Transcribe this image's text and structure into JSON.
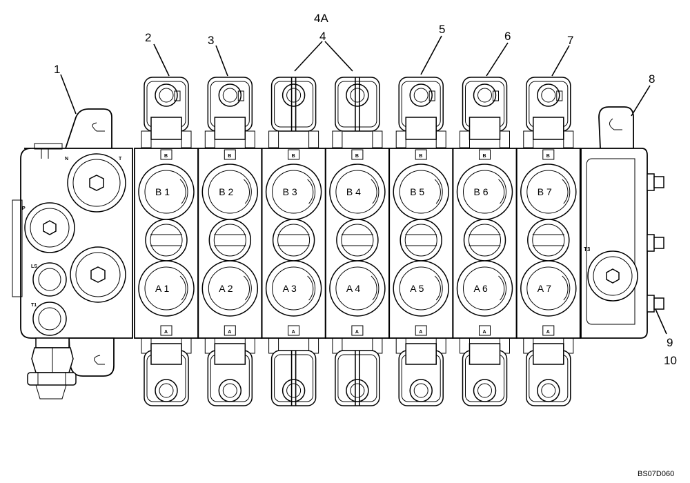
{
  "figure": {
    "reference_code": "BS07D060"
  },
  "callouts": [
    {
      "id": "1",
      "label": "1"
    },
    {
      "id": "2",
      "label": "2"
    },
    {
      "id": "3",
      "label": "3"
    },
    {
      "id": "4A",
      "label": "4A"
    },
    {
      "id": "4",
      "label": "4"
    },
    {
      "id": "5",
      "label": "5"
    },
    {
      "id": "6",
      "label": "6"
    },
    {
      "id": "7",
      "label": "7"
    },
    {
      "id": "8",
      "label": "8"
    },
    {
      "id": "9",
      "label": "9"
    },
    {
      "id": "10",
      "label": "10"
    }
  ],
  "sections": [
    {
      "b_port": "B 1",
      "a_port": "A 1",
      "top_tag": "B",
      "bottom_tag": "A"
    },
    {
      "b_port": "B 2",
      "a_port": "A 2",
      "top_tag": "B",
      "bottom_tag": "A"
    },
    {
      "b_port": "B 3",
      "a_port": "A 3",
      "top_tag": "B",
      "bottom_tag": "A"
    },
    {
      "b_port": "B 4",
      "a_port": "A 4",
      "top_tag": "B",
      "bottom_tag": "A"
    },
    {
      "b_port": "B 5",
      "a_port": "A 5",
      "top_tag": "B",
      "bottom_tag": "A"
    },
    {
      "b_port": "B 6",
      "a_port": "A 6",
      "top_tag": "B",
      "bottom_tag": "A"
    },
    {
      "b_port": "B 7",
      "a_port": "A 7",
      "top_tag": "B",
      "bottom_tag": "A"
    }
  ],
  "inlet": {
    "port_labels": [
      "N",
      "T",
      "P",
      "LS",
      "T1"
    ]
  },
  "outlet": {
    "port_label": "T3"
  }
}
